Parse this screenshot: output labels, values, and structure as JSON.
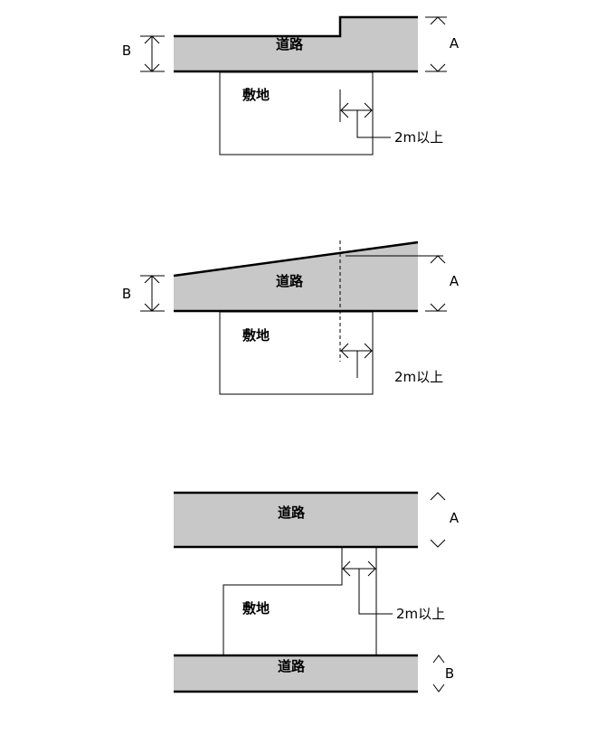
{
  "labels": {
    "road": "道路",
    "site": "敷地",
    "min_width": "2m以上",
    "width_a": "A",
    "width_b": "B"
  },
  "colors": {
    "road_fill": "#c8c8c8",
    "line": "#000000",
    "background": "#ffffff"
  },
  "diagrams": [
    {
      "id": "stepped-road"
    },
    {
      "id": "sloped-road"
    },
    {
      "id": "two-roads"
    }
  ]
}
